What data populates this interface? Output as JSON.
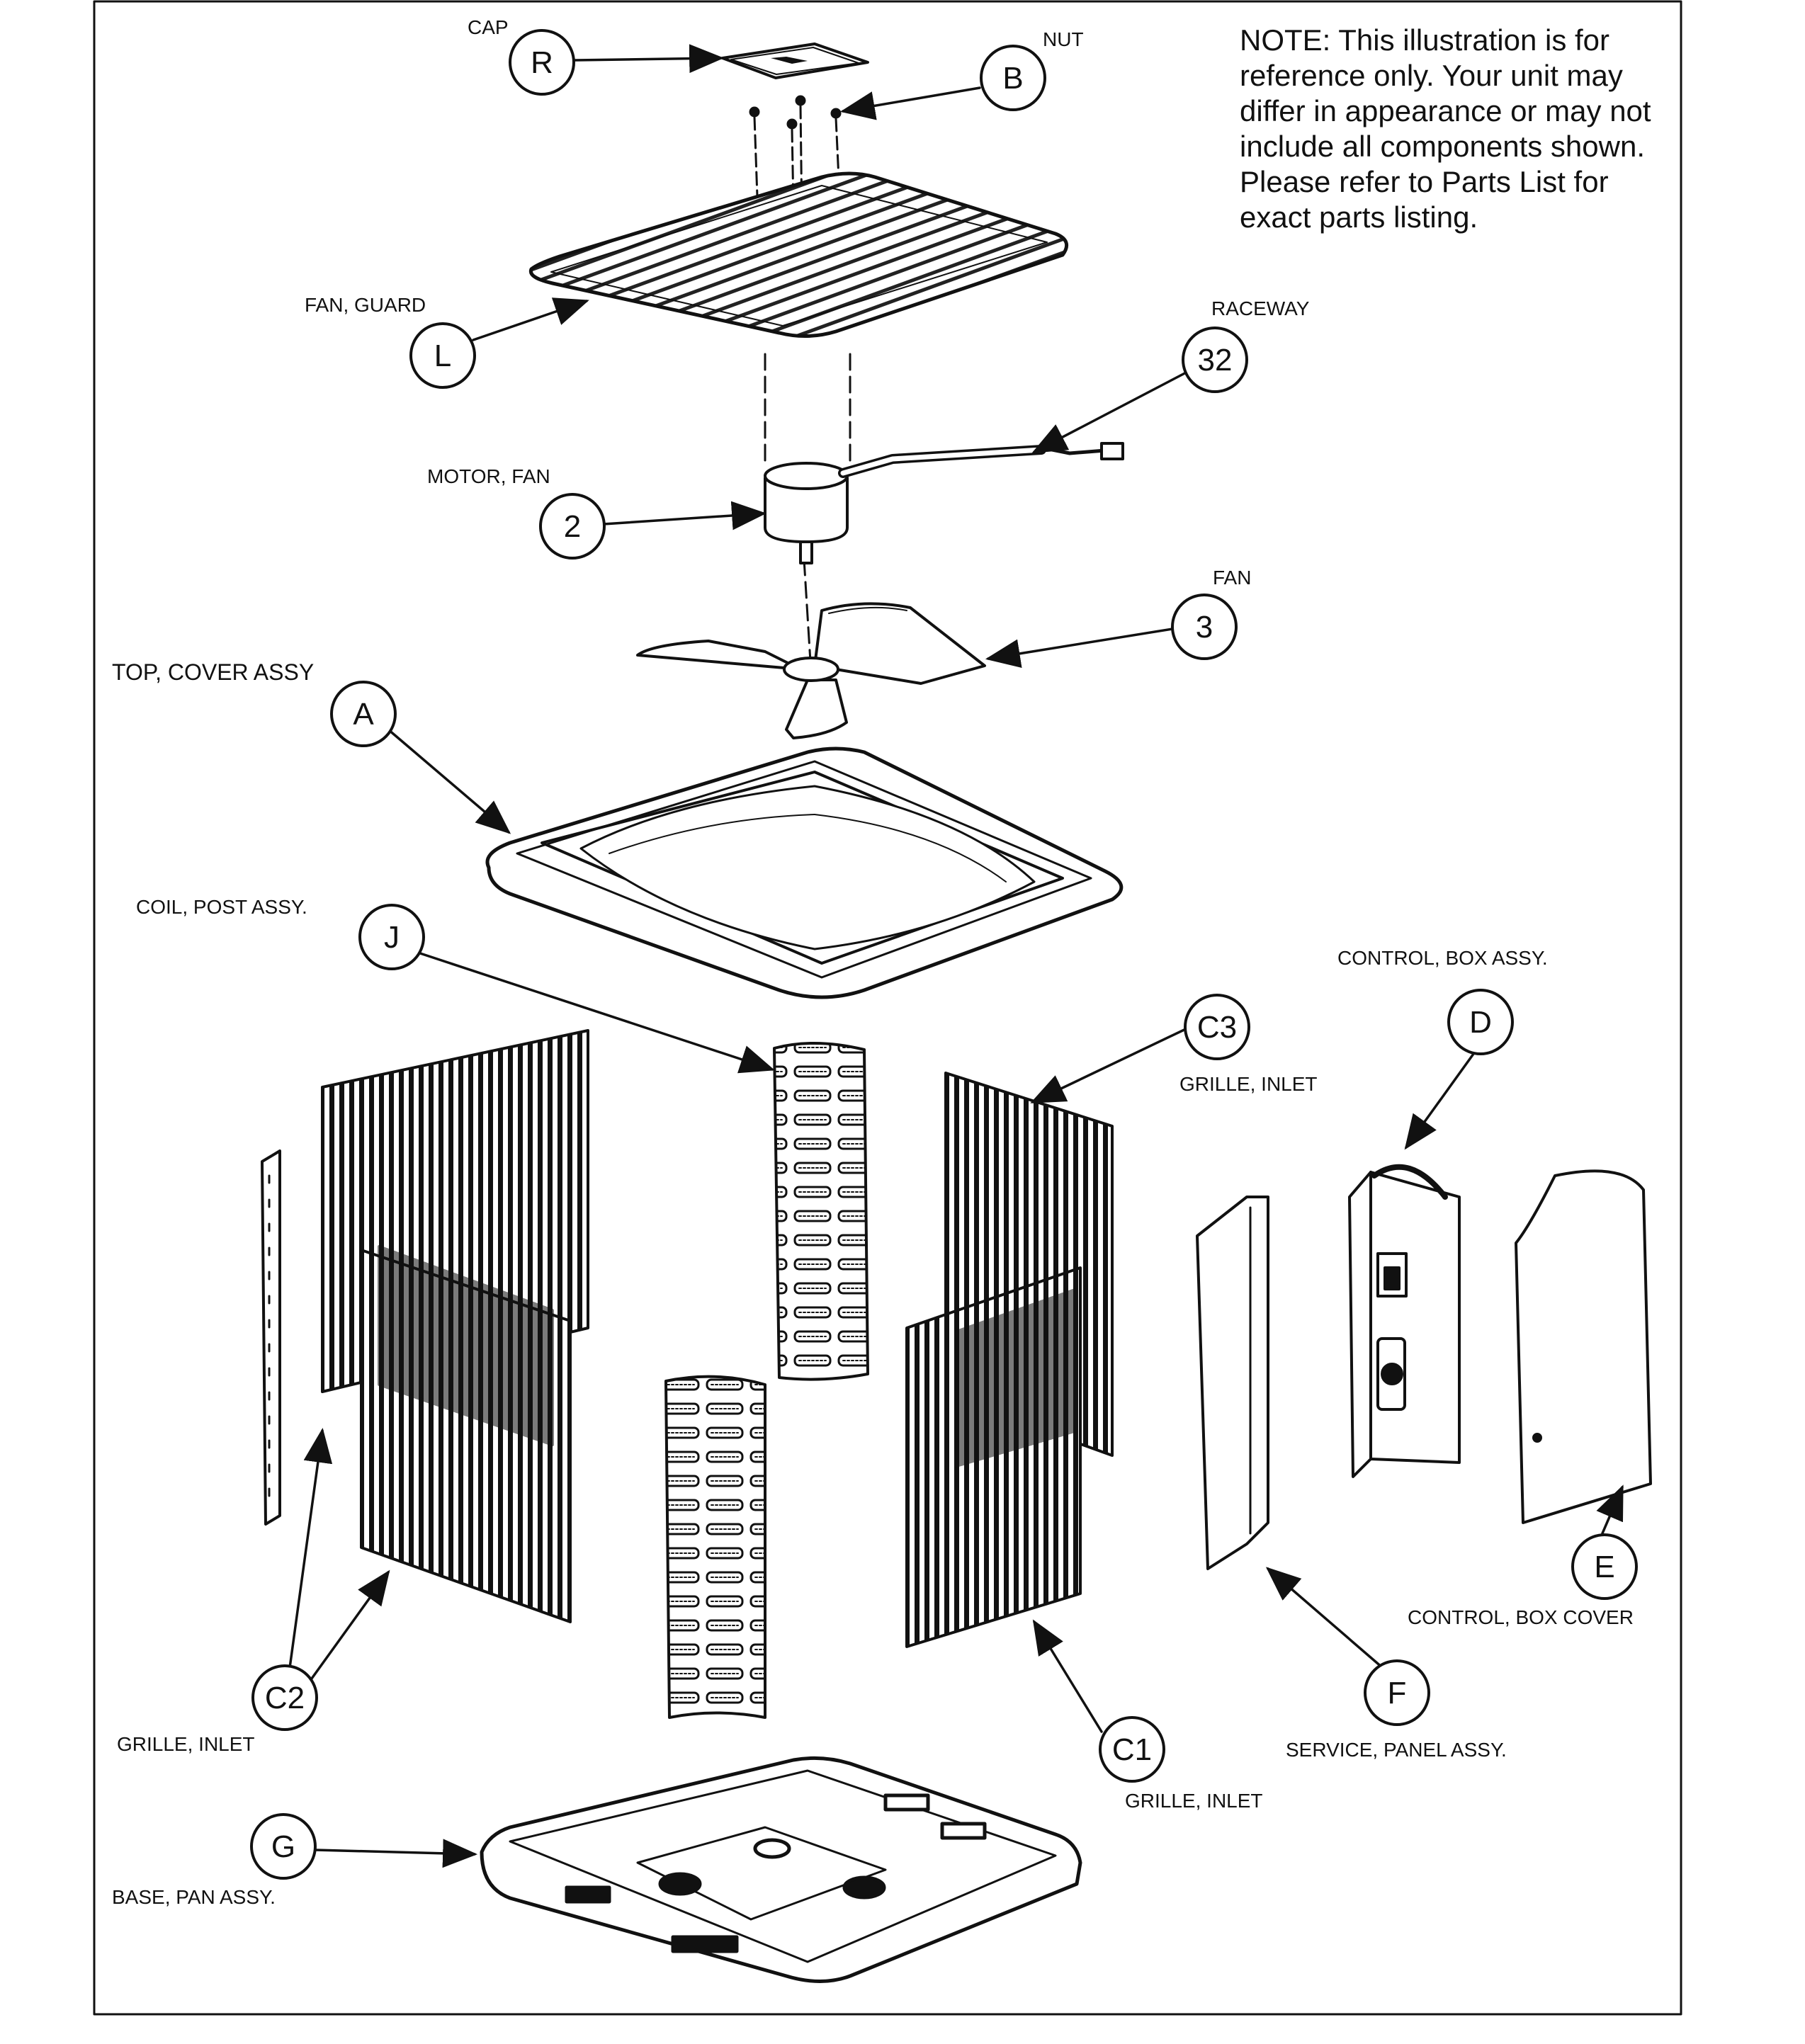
{
  "note": [
    "NOTE: This illustration is for",
    " reference only.  Your unit may",
    "differ in appearance or may not",
    "include all components shown.",
    "Please refer to Parts List for",
    "exact parts listing."
  ],
  "callouts": {
    "R": "R",
    "B": "B",
    "L": "L",
    "n32": "32",
    "n2": "2",
    "n3": "3",
    "A": "A",
    "J": "J",
    "C3": "C3",
    "D": "D",
    "E": "E",
    "F": "F",
    "C2": "C2",
    "C1": "C1",
    "G": "G"
  },
  "labels": {
    "cap": "CAP",
    "nut": "NUT",
    "fan_guard": "FAN, GUARD",
    "raceway": "RACEWAY",
    "motor_fan": "MOTOR, FAN",
    "fan": "FAN",
    "top_cover": "TOP, COVER  ASSY",
    "coil_post": "COIL, POST ASSY.",
    "control_box": "CONTROL, BOX ASSY.",
    "grille_inlet_c3": "GRILLE, INLET",
    "control_box_cover": "CONTROL, BOX COVER",
    "service_panel": "SERVICE, PANEL ASSY.",
    "grille_inlet_c2": "GRILLE, INLET",
    "grille_inlet_c1": "GRILLE, INLET",
    "base_pan": "BASE, PAN ASSY."
  }
}
